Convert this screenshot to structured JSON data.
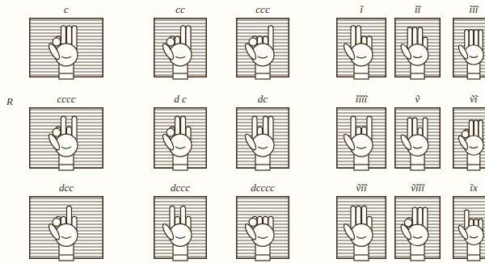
{
  "diagram": {
    "nodes": [
      {
        "text": [
          "c"
        ]
      },
      {
        "text": [
          "cc"
        ]
      },
      {
        "text": [
          "ccc"
        ]
      },
      {
        "text": [
          "ĩ"
        ]
      },
      {
        "text": [
          "ĩĩ"
        ]
      },
      {
        "text": [
          "ĩĩĩ"
        ]
      },
      {
        "text": [
          "cccc"
        ]
      },
      {
        "text": [
          "d c"
        ]
      },
      {
        "text": [
          "dc"
        ]
      },
      {
        "text": [
          "ĩĩĩĩ"
        ]
      },
      {
        "text": [
          "ṽ"
        ]
      },
      {
        "text": [
          "ṽĩ"
        ]
      },
      {
        "text": [
          "dcc"
        ]
      },
      {
        "text": [
          "dccc"
        ]
      },
      {
        "text": [
          "dcccc"
        ]
      },
      {
        "text": [
          "ṽĩĩ"
        ]
      },
      {
        "text": [
          "ṽĩĩĩ"
        ]
      },
      {
        "text": [
          "ĩx"
        ]
      }
    ],
    "labels": [
      "R"
    ]
  }
}
